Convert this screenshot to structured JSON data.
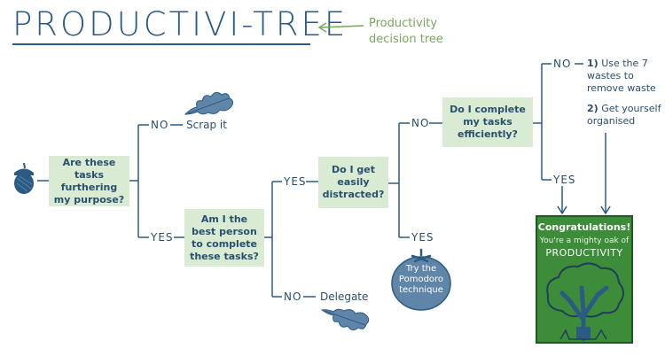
{
  "header": {
    "title": "PRODUCTIVI-TREE",
    "subtitle": "Productivity decision tree"
  },
  "nodes": {
    "q1": "Are these tasks furthering my purpose?",
    "q2": "Am I the best person to complete these tasks?",
    "q3": "Do I get easily distracted?",
    "q4": "Do I complete my tasks efficiently?"
  },
  "branches": {
    "q1_no": "NO",
    "q1_yes": "YES",
    "q2_yes": "YES",
    "q2_no": "NO",
    "q3_no": "NO",
    "q3_yes": "YES",
    "q4_no": "NO",
    "q4_yes": "YES"
  },
  "outcomes": {
    "scrap": "Scrap it",
    "delegate": "Delegate",
    "pomodoro": "Try the Pomodoro technique",
    "tip1_num": "1)",
    "tip1": "Use the 7 wastes to remove waste",
    "tip2_num": "2)",
    "tip2": "Get yourself organised",
    "congrats_title": "Congratulations!",
    "congrats_sub": "You're a mighty oak of",
    "congrats_word": "PRODUCTIVITY"
  },
  "colors": {
    "navy": "#2b5b84",
    "box_fill": "#d9ecd3",
    "accent_green": "#7aa65a",
    "congrats_fill": "#3d8c3a"
  }
}
